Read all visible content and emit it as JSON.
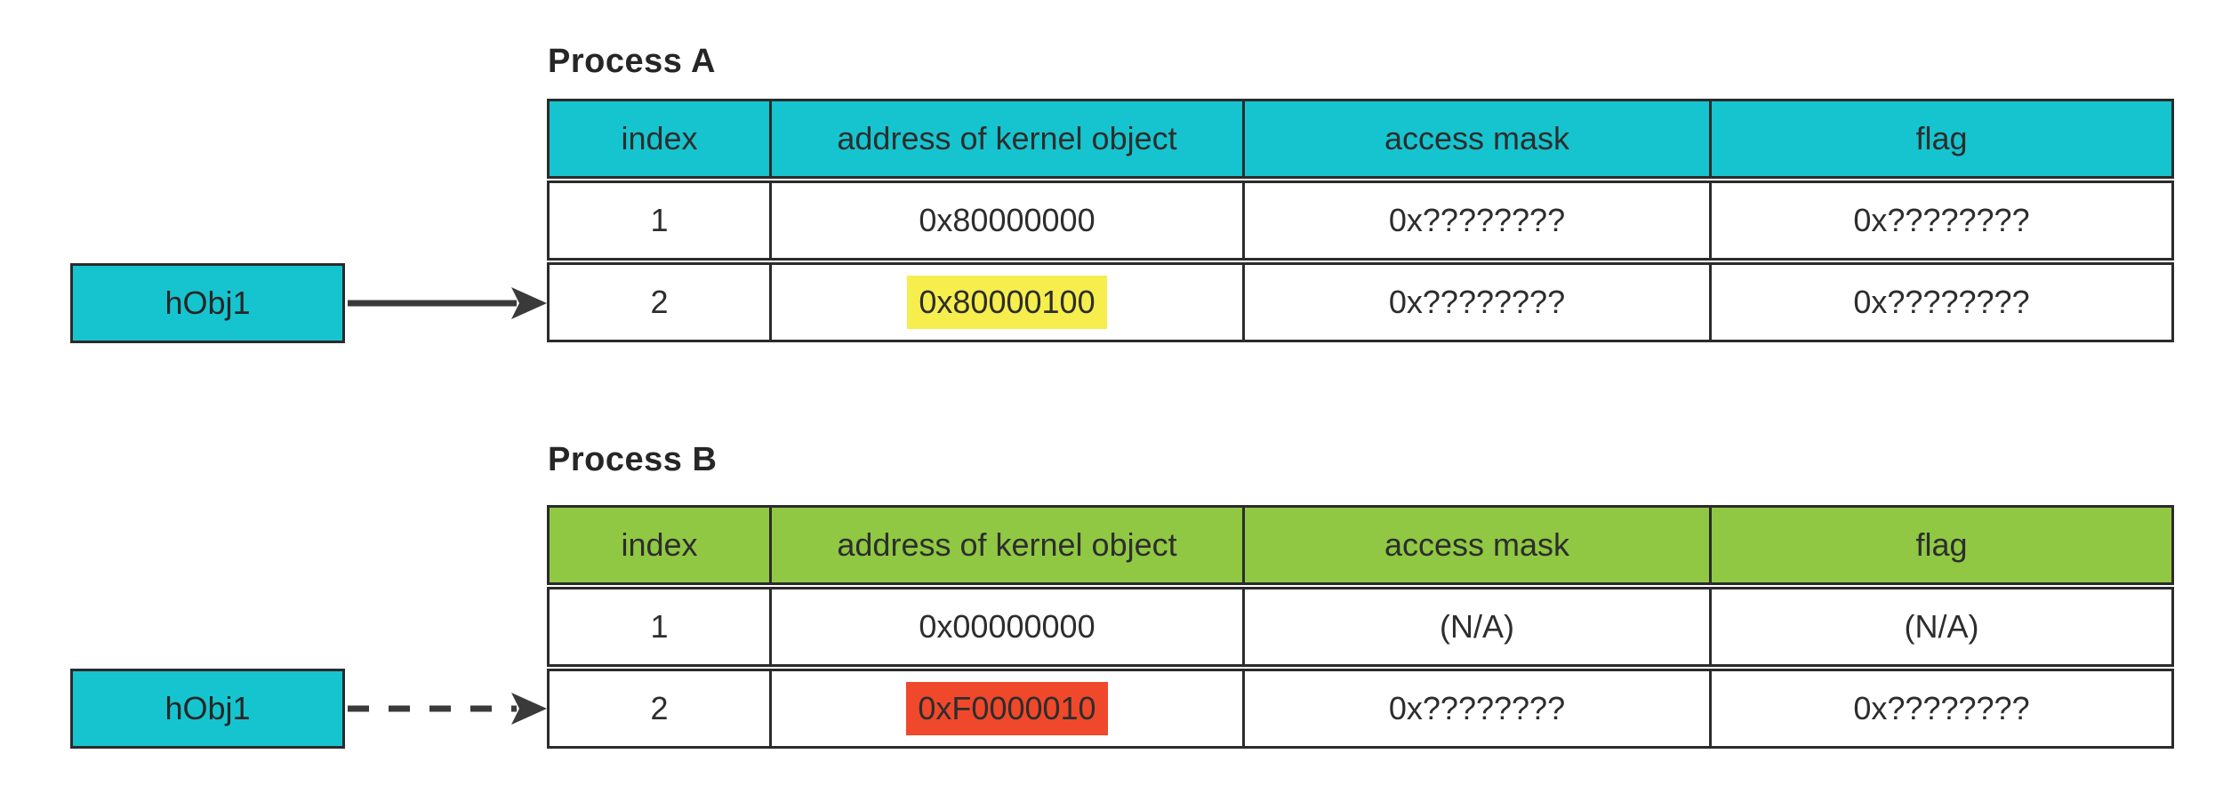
{
  "diagram": {
    "colors": {
      "header_cyan": "#16c4cf",
      "header_green": "#90c843",
      "highlight_yellow": "#f5ee4d",
      "highlight_red": "#f0482a",
      "border": "#2b2b2b",
      "text": "#262626",
      "arrow": "#3a3a3a"
    },
    "process_a": {
      "title": "Process A",
      "handle_box_label": "hObj1",
      "arrow_style": "solid",
      "table": {
        "headers": [
          "index",
          "address of kernel object",
          "access mask",
          "flag"
        ],
        "rows": [
          {
            "index": "1",
            "address": "0x80000000",
            "access_mask": "0x????????",
            "flag": "0x????????"
          },
          {
            "index": "2",
            "address": "0x80000100",
            "access_mask": "0x????????",
            "flag": "0x????????",
            "address_highlight": "yellow"
          }
        ]
      }
    },
    "process_b": {
      "title": "Process B",
      "handle_box_label": "hObj1",
      "arrow_style": "dashed",
      "table": {
        "headers": [
          "index",
          "address of kernel object",
          "access mask",
          "flag"
        ],
        "rows": [
          {
            "index": "1",
            "address": "0x00000000",
            "access_mask": "(N/A)",
            "flag": "(N/A)"
          },
          {
            "index": "2",
            "address": "0xF0000010",
            "access_mask": "0x????????",
            "flag": "0x????????",
            "address_highlight": "red"
          }
        ]
      }
    }
  }
}
